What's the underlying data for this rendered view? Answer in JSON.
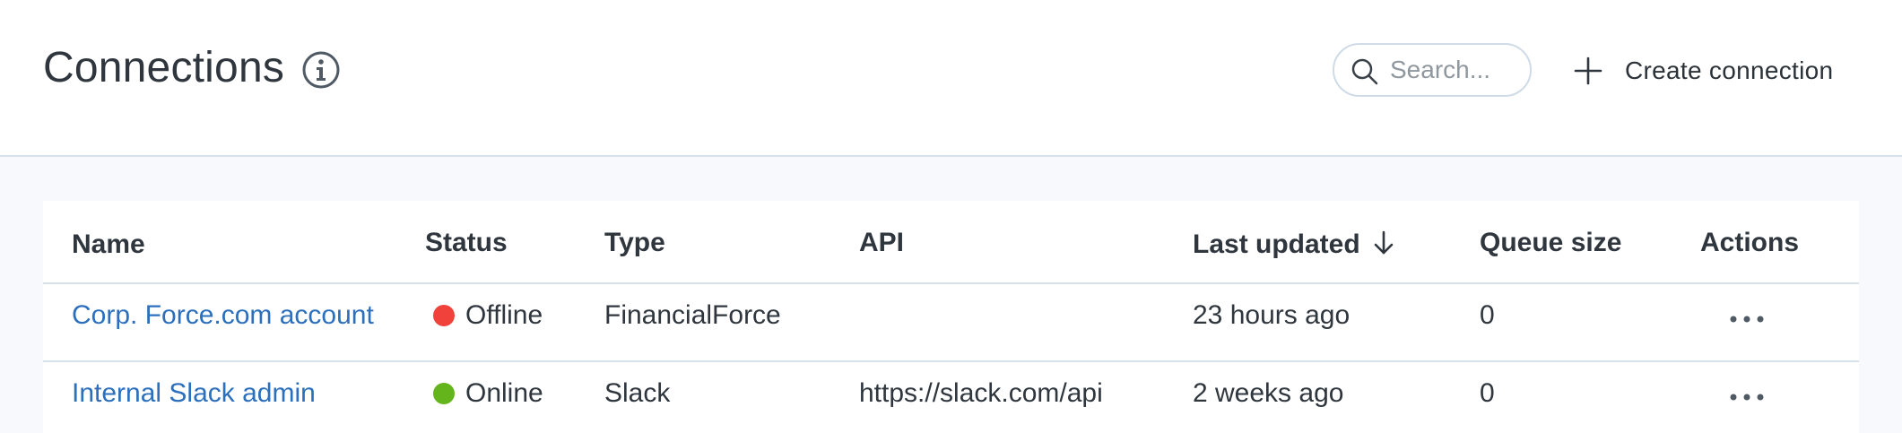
{
  "header": {
    "title": "Connections",
    "search_placeholder": "Search...",
    "create_label": "Create connection"
  },
  "table": {
    "columns": {
      "name": "Name",
      "status": "Status",
      "type": "Type",
      "api": "API",
      "last_updated": "Last updated",
      "queue_size": "Queue size",
      "actions": "Actions"
    },
    "sort": {
      "column": "last_updated",
      "direction": "descending"
    },
    "rows": [
      {
        "name": "Corp. Force.com account",
        "status": "Offline",
        "status_color": "#f0413a",
        "type": "FinancialForce",
        "api": "",
        "last_updated": "23 hours ago",
        "queue_size": "0"
      },
      {
        "name": "Internal Slack admin",
        "status": "Online",
        "status_color": "#64b51c",
        "type": "Slack",
        "api": "https://slack.com/api",
        "last_updated": "2 weeks ago",
        "queue_size": "0"
      }
    ]
  },
  "colors": {
    "accent_link": "#2b6fbd",
    "page_background": "#f7f9fd",
    "border": "#d6e1ec"
  },
  "icons": [
    "info-icon",
    "search-icon",
    "plus-icon",
    "arrow-down-icon",
    "more-horizontal-icon"
  ]
}
